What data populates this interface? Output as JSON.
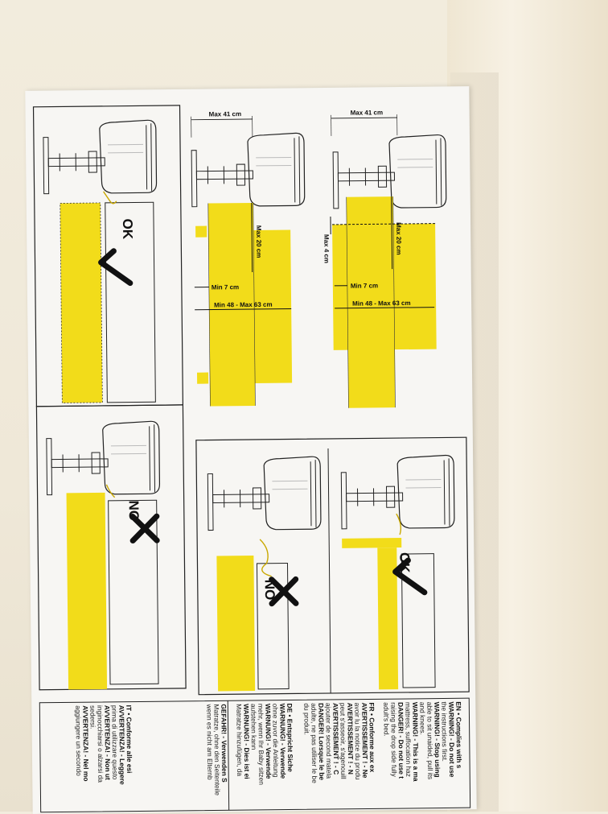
{
  "colors": {
    "paper": "#f7f6f3",
    "yellow": "#f2dc1a",
    "ink": "#111111"
  },
  "panels": {
    "ok_label": "OK",
    "no_label": "NO"
  },
  "dimensions": {
    "max_width_1": "Max 41 cm",
    "max_width_2": "Max 41 cm",
    "max_height_1": "Max 20 cm",
    "max_height_2": "Max 20 cm",
    "max_gap": "Max 4 cm",
    "min_overlap_1": "Min 7 cm",
    "min_overlap_2": "Min 7 cm",
    "mattress_range_1": "Min 48 - Max 63 cm",
    "mattress_range_2": "Min 48 - Max 63 cm"
  },
  "text_en": [
    "EN • Complies with s",
    "WARNING! - Do not use",
    "the instructions first.",
    "WARNING! - Stop using",
    "able to sit unaided, pull its",
    "and knees.",
    "WARNING! - This is a ma",
    "mattress, suffocation haz",
    "DANGER! - Do not use t",
    "raising the drop side fully",
    "adult's bed."
  ],
  "text_fr": [
    "FR • Conforme aux ex",
    "AVERTISSEMENT ! - Ne",
    "avoir lu la notice du produ",
    "AVERTISSEMENT ! - N",
    "peut s'asseoir, s'agenouill",
    "AVERTISSEMENT ! - C",
    "ajouter de second matela",
    "DANGER! Lorsque le be",
    "adulte, ne pas utiliser le be",
    "du produit."
  ],
  "text_de": [
    "DE • Entspricht Siche",
    "WARNUNG! - Verwende",
    "ohne zuvor die Anleitung",
    "WARNUNG! - Verwende",
    "mehr, wenn Ihr Baby sitzen",
    "aufstehen kann",
    "WARNUNG! - Dies ist ei",
    "Matratze hinzufügen, da",
    "GEFAHR! - Verwenden S",
    "Matratze, ohne den Seitenteile",
    "wenn es nicht am Elternb"
  ],
  "text_it": [
    "IT • Conforme alle esi",
    "AVVERTENZA! - Leggere",
    "prima di utilizzare questo",
    "AVVERTENZA! - Non ut",
    "inginocchiarsi o alzarsi da",
    "sedersi.",
    "AVVERTENZA! - Nel mo",
    "aggiungere un secondo"
  ]
}
